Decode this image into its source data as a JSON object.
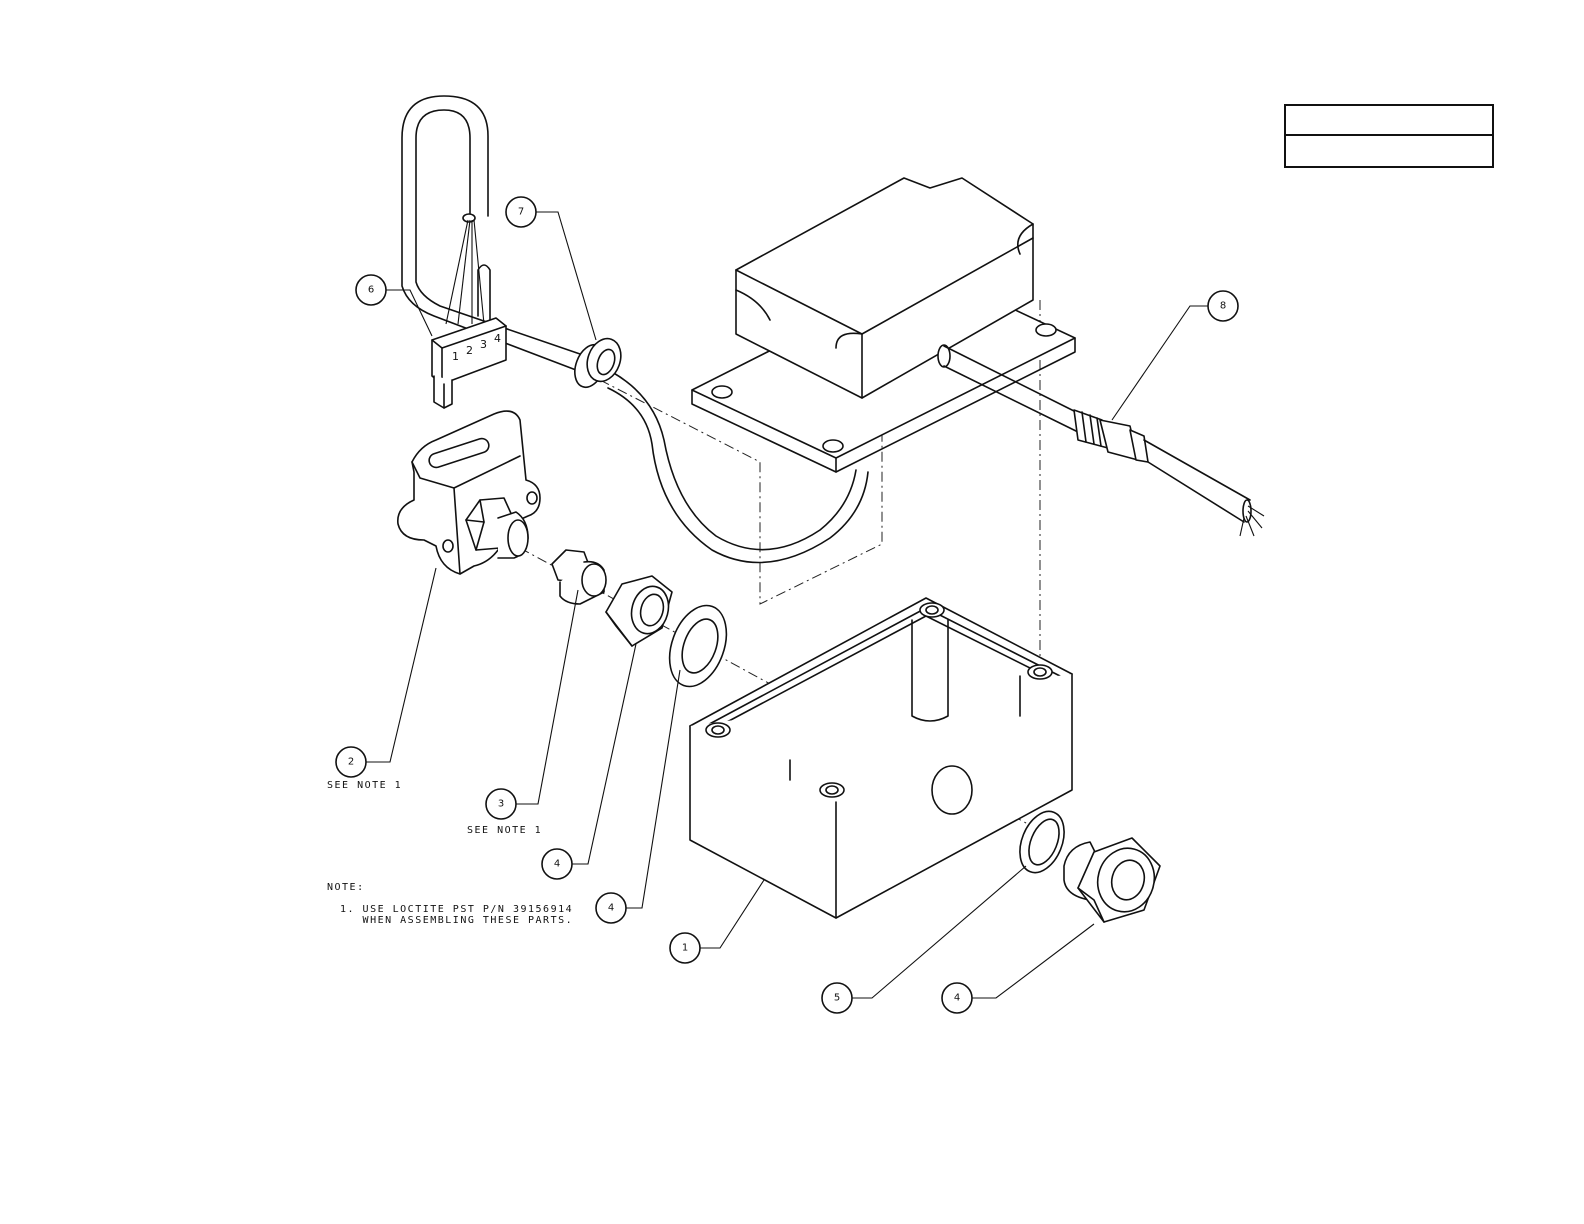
{
  "callouts": [
    {
      "id": "c7",
      "label": "7"
    },
    {
      "id": "c6",
      "label": "6"
    },
    {
      "id": "c8",
      "label": "8"
    },
    {
      "id": "c2",
      "label": "2"
    },
    {
      "id": "c3",
      "label": "3"
    },
    {
      "id": "c4a",
      "label": "4"
    },
    {
      "id": "c4b",
      "label": "4"
    },
    {
      "id": "c1",
      "label": "1"
    },
    {
      "id": "c5",
      "label": "5"
    },
    {
      "id": "c4c",
      "label": "4"
    }
  ],
  "connector_pins": [
    "1",
    "2",
    "3",
    "4"
  ],
  "see_note_2": "SEE NOTE 1",
  "see_note_3": "SEE NOTE 1",
  "note": {
    "heading": "NOTE:",
    "line1": "1. USE LOCTITE PST P/N 39156914",
    "line2": "   WHEN ASSEMBLING THESE PARTS."
  },
  "colors": {
    "ink": "#111111",
    "paper": "#ffffff"
  }
}
